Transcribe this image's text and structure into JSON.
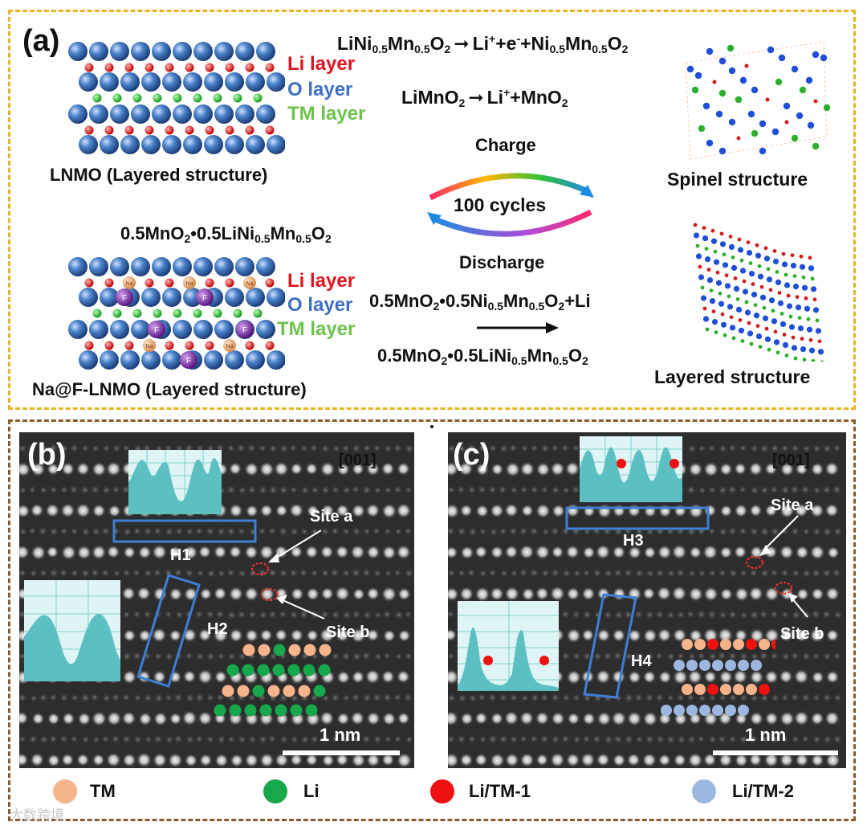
{
  "panel_a": {
    "label": "(a)",
    "layers_top": [
      "Li layer",
      "O layer",
      "TM layer"
    ],
    "layers_bottom": [
      "Li layer",
      "O layer",
      "TM layer"
    ],
    "caption_lnmo": "LNMO (Layered structure)",
    "caption_na": "Na@F-LNMO (Layered structure)",
    "eq1_left": "LiNi0.5Mn0.5O2",
    "eq1_right": "Li⁺+e⁻+Ni0.5Mn0.5O2",
    "eq2_left": "LiMnO2",
    "eq2_right": "Li⁺+MnO2",
    "charge": "Charge",
    "cycles": "100 cycles",
    "discharge": "Discharge",
    "composition": "0.5MnO2•0.5LiNi0.5Mn0.5O2",
    "eq3_top": "0.5MnO2•0.5Ni0.5Mn0.5O2+Li",
    "eq3_bottom": "0.5MnO2•0.5LiNi0.5Mn0.5O2",
    "spinel": "Spinel structure",
    "layered": "Layered structure",
    "atom_labels": [
      "Na",
      "F"
    ]
  },
  "panel_b": {
    "label": "(b)",
    "zone_axis": "[001]",
    "h1": "H1",
    "h2": "H2",
    "site_a": "Site a",
    "site_b": "Site b",
    "scale": "1 nm"
  },
  "panel_c": {
    "label": "(c)",
    "zone_axis": "[001]",
    "h3": "H3",
    "h4": "H4",
    "site_a": "Site a",
    "site_b": "Site b",
    "scale": "1 nm"
  },
  "legend": [
    {
      "label": "TM",
      "color": "#f6b48a"
    },
    {
      "label": "Li",
      "color": "#16a84a"
    },
    {
      "label": "Li/TM-1",
      "color": "#ee1111"
    },
    {
      "label": "Li/TM-2",
      "color": "#9db8e0"
    }
  ],
  "colors": {
    "o_atom": "#4a82c8",
    "li_atom": "#e0141e",
    "tm_atom": "#35c23a",
    "na_atom": "#f2b582",
    "f_atom": "#7a2d9a",
    "profile": "#5cc0c2",
    "box": "#3d7fd6"
  },
  "watermark": "大数跨境"
}
